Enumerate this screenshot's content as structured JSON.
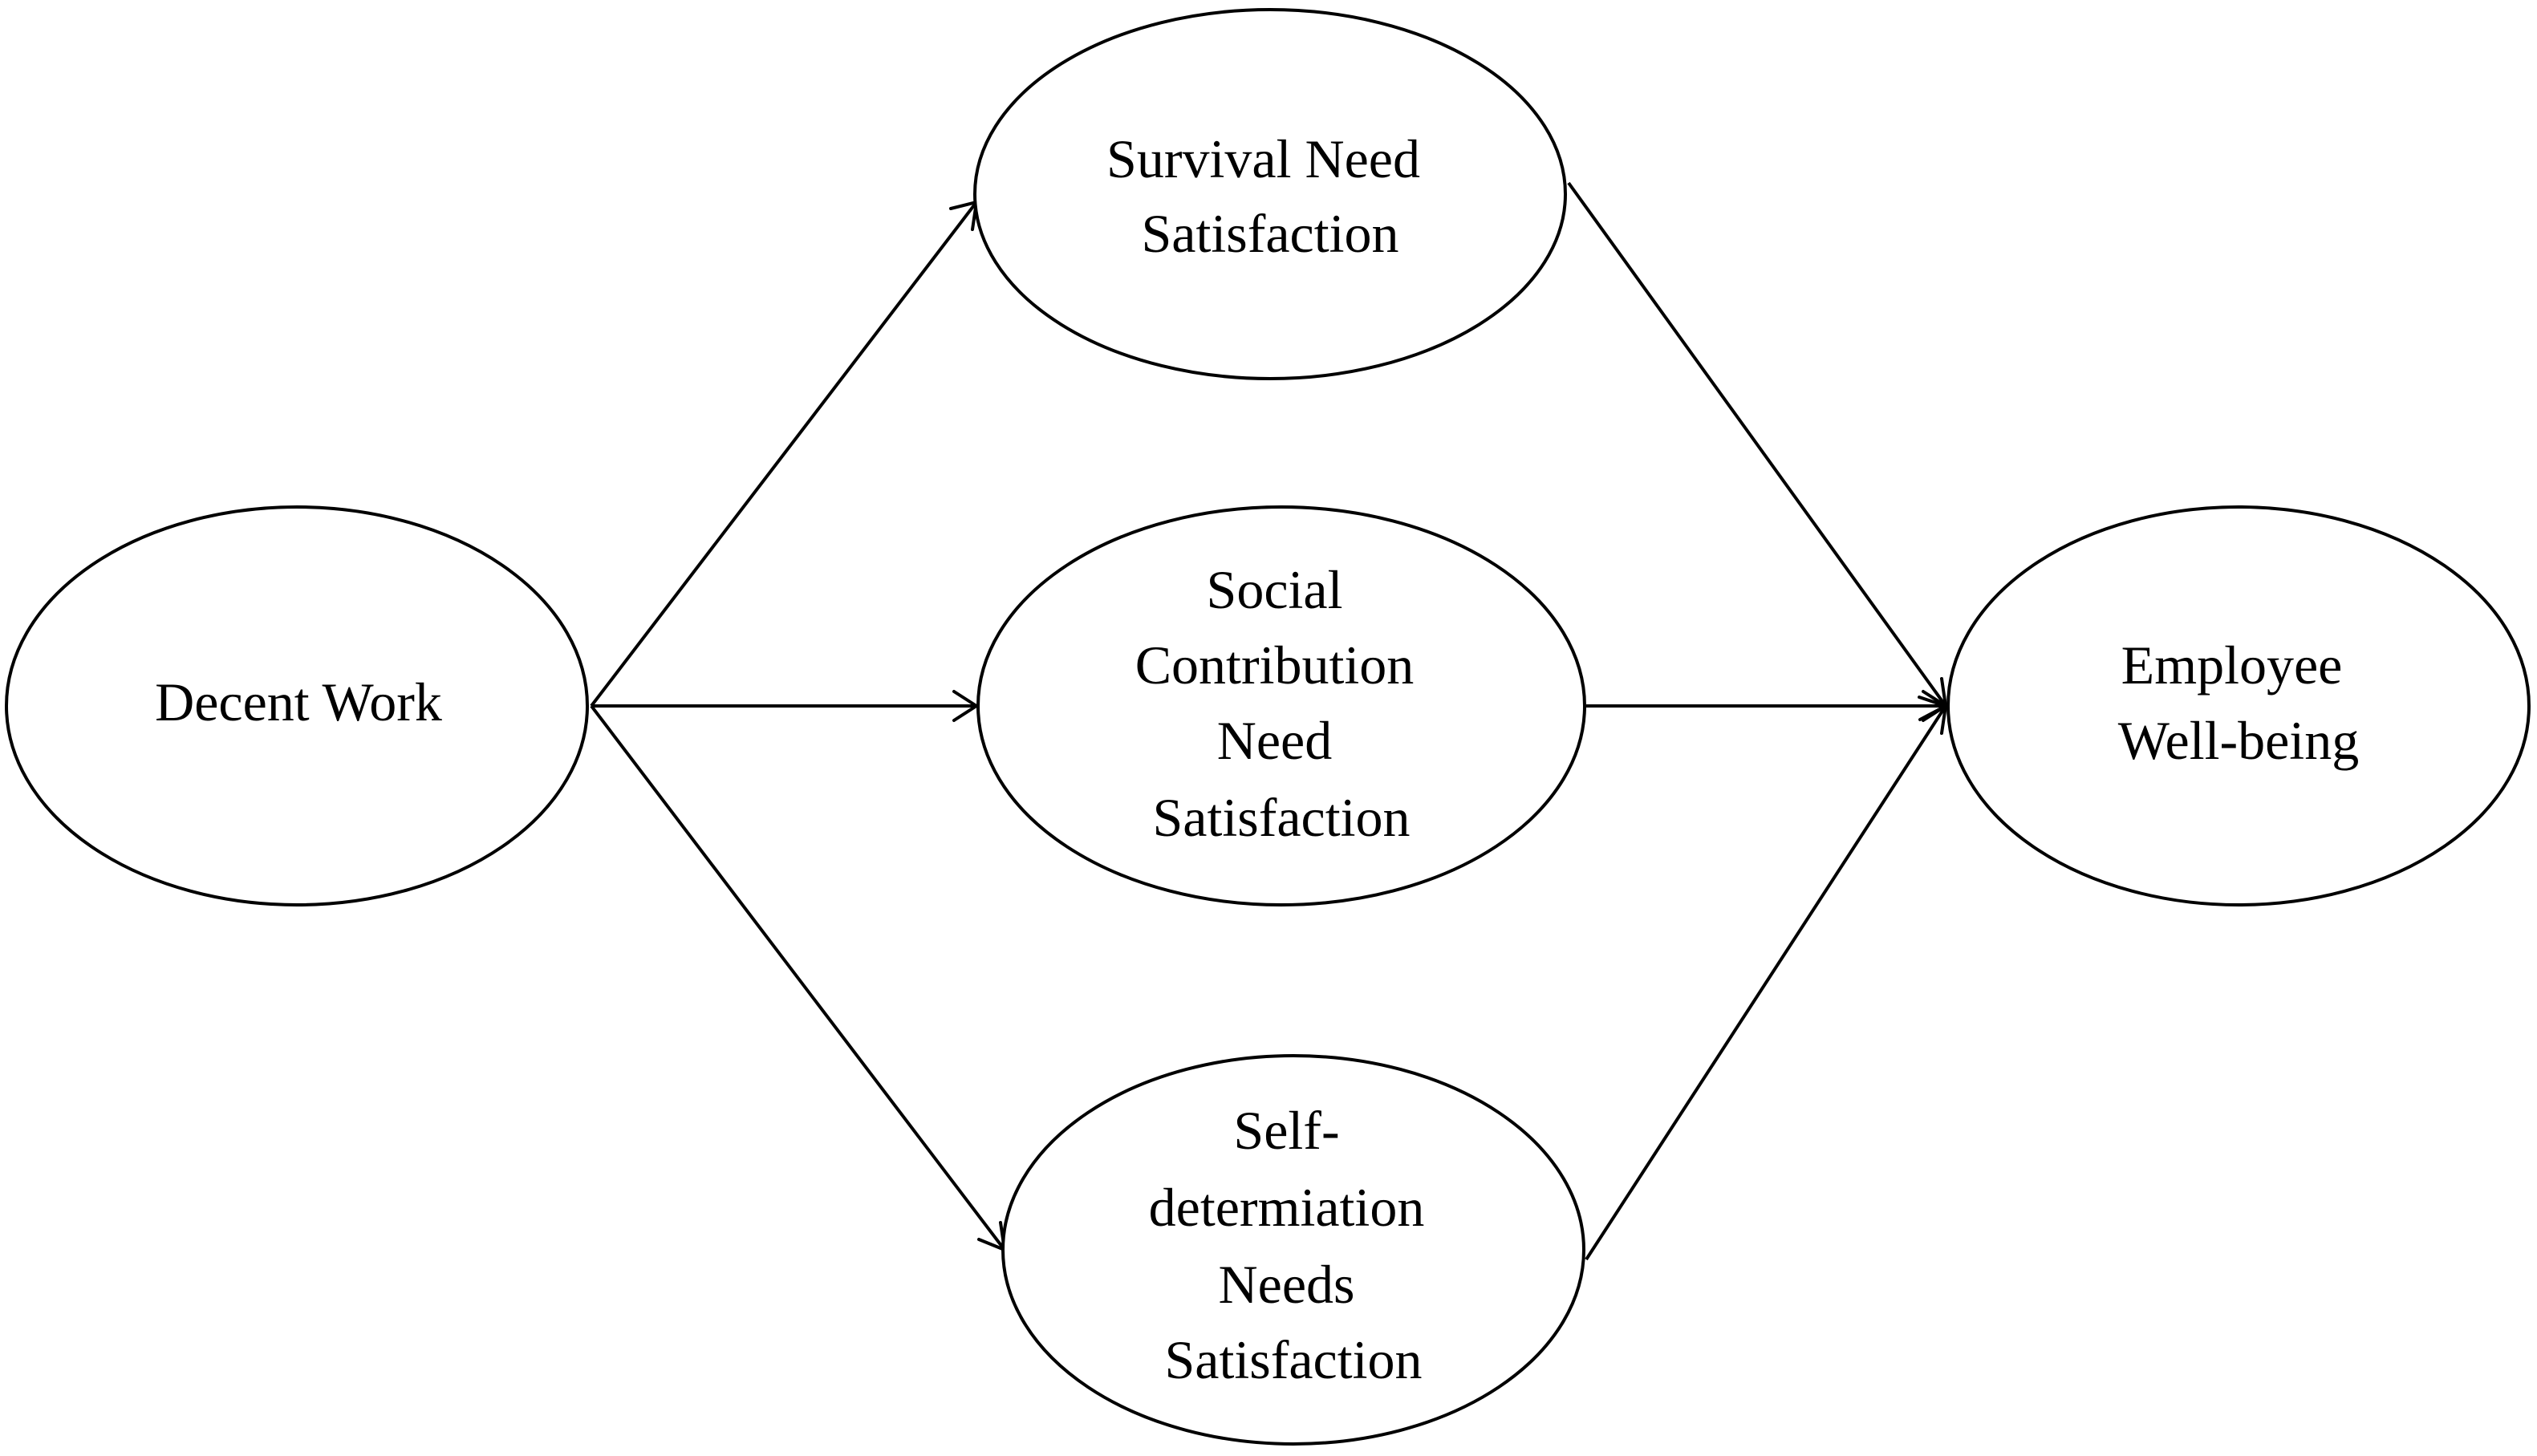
{
  "diagram": {
    "nodes": {
      "decent_work": {
        "lines": [
          "Decent Work"
        ]
      },
      "survival_need": {
        "lines": [
          "Survival Need",
          "Satisfaction"
        ]
      },
      "social_contribution": {
        "lines": [
          "Social",
          "Contribution",
          "Need",
          "Satisfaction"
        ]
      },
      "self_determination": {
        "lines": [
          "Self-",
          "determiation",
          "Needs",
          "Satisfaction"
        ]
      },
      "employee_wellbeing": {
        "lines": [
          "Employee",
          "Well-being"
        ]
      }
    },
    "edges": [
      {
        "from": "decent_work",
        "to": "survival_need"
      },
      {
        "from": "decent_work",
        "to": "social_contribution"
      },
      {
        "from": "decent_work",
        "to": "self_determination"
      },
      {
        "from": "survival_need",
        "to": "employee_wellbeing"
      },
      {
        "from": "social_contribution",
        "to": "employee_wellbeing"
      },
      {
        "from": "self_determination",
        "to": "employee_wellbeing"
      }
    ]
  }
}
